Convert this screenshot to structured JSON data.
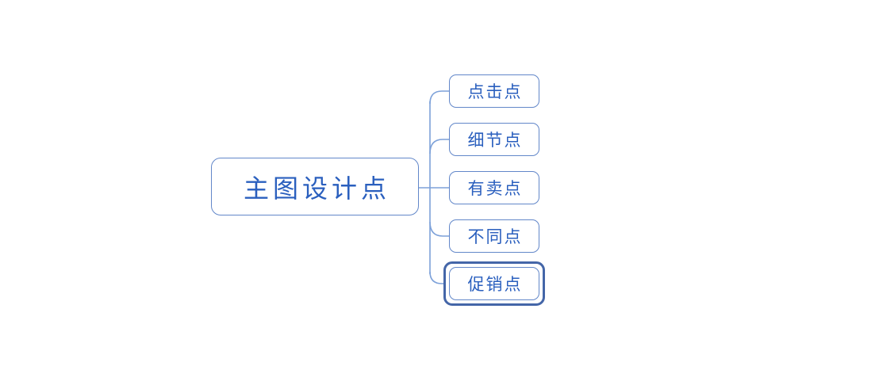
{
  "diagram": {
    "type": "mindmap",
    "root": {
      "label": "主图设计点"
    },
    "children": [
      {
        "label": "点击点",
        "selected": false
      },
      {
        "label": "细节点",
        "selected": false
      },
      {
        "label": "有卖点",
        "selected": false
      },
      {
        "label": "不同点",
        "selected": false
      },
      {
        "label": "促销点",
        "selected": true
      }
    ],
    "colors": {
      "node_border": "#6287C9",
      "connector": "#7DA1D9",
      "text": "#2A5FBE",
      "selection_outline": "#4466A8",
      "background": "#FFFFFF"
    }
  }
}
